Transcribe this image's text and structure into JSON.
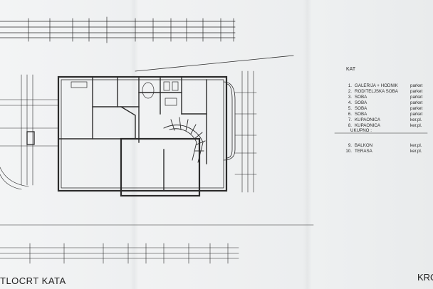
{
  "legend": {
    "title": "KAT",
    "rows": [
      {
        "num": "1.",
        "name": "GALERIJA + HODNIK",
        "material": "parket"
      },
      {
        "num": "2.",
        "name": "RODITELJSKA SOBA",
        "material": "parket"
      },
      {
        "num": "3.",
        "name": "SOBA",
        "material": "parket"
      },
      {
        "num": "4.",
        "name": "SOBA",
        "material": "parket"
      },
      {
        "num": "5.",
        "name": "SOBA",
        "material": "parket"
      },
      {
        "num": "6.",
        "name": "SOBA",
        "material": "parket"
      },
      {
        "num": "7.",
        "name": "KUPAONICA",
        "material": "ker.pl."
      },
      {
        "num": "8.",
        "name": "KUPAONICA",
        "material": "ker.pl."
      }
    ],
    "total_label": "UKUPNO :",
    "extra_rows": [
      {
        "num": "9.",
        "name": "BALKON",
        "material": "ker.pl."
      },
      {
        "num": "10.",
        "name": "TERASA",
        "material": "ker.pl."
      }
    ]
  },
  "footer": {
    "left": "TLOCRT KATA",
    "right": "KRO"
  },
  "colors": {
    "ink": "#2b2b2b",
    "paper": "#eef0f1"
  }
}
